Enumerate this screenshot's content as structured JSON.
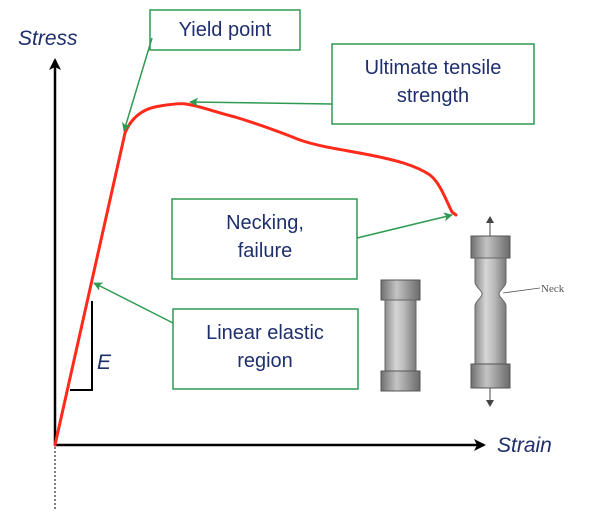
{
  "axes": {
    "y_label": "Stress",
    "x_label": "Strain",
    "modulus_label": "E"
  },
  "annotations": {
    "yield": "Yield point",
    "uts_line1": "Ultimate tensile",
    "uts_line2": "strength",
    "necking_line1": "Necking,",
    "necking_line2": "failure",
    "elastic_line1": "Linear elastic",
    "elastic_line2": "region"
  },
  "specimen": {
    "neck_label": "Neck"
  },
  "colors": {
    "curve": "#ff2a1a",
    "annotation_border": "#2e9a52",
    "annotation_arrow": "#2e9a52",
    "text": "#1f2f6e",
    "axis": "#000000"
  }
}
